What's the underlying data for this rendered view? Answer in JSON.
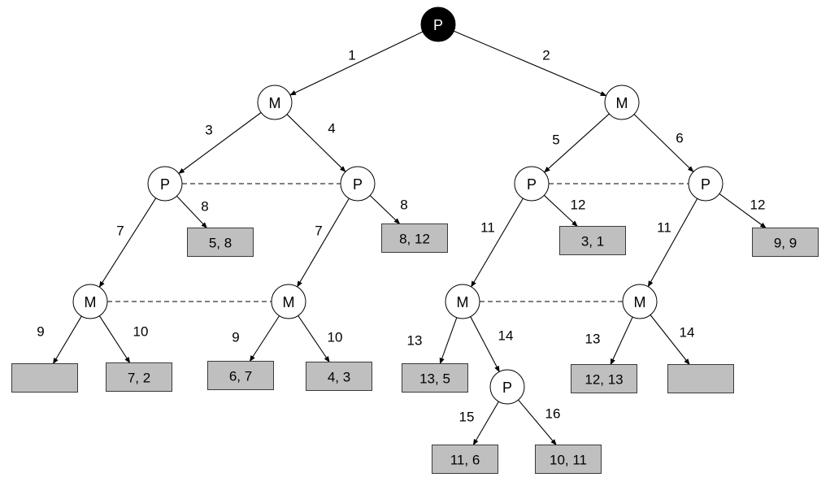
{
  "diagram": {
    "nodes": [
      {
        "id": "root",
        "label": "P",
        "kind": "decision",
        "filled": true
      },
      {
        "id": "m1",
        "label": "M",
        "kind": "decision"
      },
      {
        "id": "m2",
        "label": "M",
        "kind": "decision"
      },
      {
        "id": "p1",
        "label": "P",
        "kind": "decision"
      },
      {
        "id": "p2",
        "label": "P",
        "kind": "decision"
      },
      {
        "id": "p3",
        "label": "P",
        "kind": "decision"
      },
      {
        "id": "p4",
        "label": "P",
        "kind": "decision"
      },
      {
        "id": "ma",
        "label": "M",
        "kind": "decision"
      },
      {
        "id": "mb",
        "label": "M",
        "kind": "decision"
      },
      {
        "id": "mc",
        "label": "M",
        "kind": "decision"
      },
      {
        "id": "md",
        "label": "M",
        "kind": "decision"
      },
      {
        "id": "p5",
        "label": "P",
        "kind": "decision"
      },
      {
        "id": "l_58",
        "label": "5, 8",
        "kind": "payoff"
      },
      {
        "id": "l_812",
        "label": "8, 12",
        "kind": "payoff"
      },
      {
        "id": "l_31",
        "label": "3, 1",
        "kind": "payoff"
      },
      {
        "id": "l_99",
        "label": "9, 9",
        "kind": "payoff"
      },
      {
        "id": "l_blank1",
        "label": "",
        "kind": "payoff"
      },
      {
        "id": "l_72",
        "label": "7, 2",
        "kind": "payoff"
      },
      {
        "id": "l_67",
        "label": "6, 7",
        "kind": "payoff"
      },
      {
        "id": "l_43",
        "label": "4, 3",
        "kind": "payoff"
      },
      {
        "id": "l_135",
        "label": "13, 5",
        "kind": "payoff"
      },
      {
        "id": "l_1213",
        "label": "12, 13",
        "kind": "payoff"
      },
      {
        "id": "l_blank2",
        "label": "",
        "kind": "payoff"
      },
      {
        "id": "l_116",
        "label": "11, 6",
        "kind": "payoff"
      },
      {
        "id": "l_1011",
        "label": "10, 11",
        "kind": "payoff"
      }
    ],
    "edges": [
      {
        "from": "root",
        "to": "m1",
        "label": "1"
      },
      {
        "from": "root",
        "to": "m2",
        "label": "2"
      },
      {
        "from": "m1",
        "to": "p1",
        "label": "3"
      },
      {
        "from": "m1",
        "to": "p2",
        "label": "4"
      },
      {
        "from": "m2",
        "to": "p3",
        "label": "5"
      },
      {
        "from": "m2",
        "to": "p4",
        "label": "6"
      },
      {
        "from": "p1",
        "to": "l_58",
        "label": "8"
      },
      {
        "from": "p1",
        "to": "ma",
        "label": "7"
      },
      {
        "from": "p2",
        "to": "mb",
        "label": "7"
      },
      {
        "from": "p2",
        "to": "l_812",
        "label": "8"
      },
      {
        "from": "p3",
        "to": "l_31",
        "label": "12"
      },
      {
        "from": "p3",
        "to": "mc",
        "label": "11"
      },
      {
        "from": "p4",
        "to": "md",
        "label": "11"
      },
      {
        "from": "p4",
        "to": "l_99",
        "label": "12"
      },
      {
        "from": "ma",
        "to": "l_blank1",
        "label": "9"
      },
      {
        "from": "ma",
        "to": "l_72",
        "label": "10"
      },
      {
        "from": "mb",
        "to": "l_67",
        "label": "9"
      },
      {
        "from": "mb",
        "to": "l_43",
        "label": "10"
      },
      {
        "from": "mc",
        "to": "l_135",
        "label": "13"
      },
      {
        "from": "mc",
        "to": "p5",
        "label": "14"
      },
      {
        "from": "md",
        "to": "l_1213",
        "label": "13"
      },
      {
        "from": "md",
        "to": "l_blank2",
        "label": "14"
      },
      {
        "from": "p5",
        "to": "l_116",
        "label": "15"
      },
      {
        "from": "p5",
        "to": "l_1011",
        "label": "16"
      }
    ],
    "information_sets": [
      {
        "nodes": [
          "p1",
          "p2"
        ]
      },
      {
        "nodes": [
          "p3",
          "p4"
        ]
      },
      {
        "nodes": [
          "ma",
          "mb"
        ]
      },
      {
        "nodes": [
          "mc",
          "md"
        ]
      }
    ]
  }
}
